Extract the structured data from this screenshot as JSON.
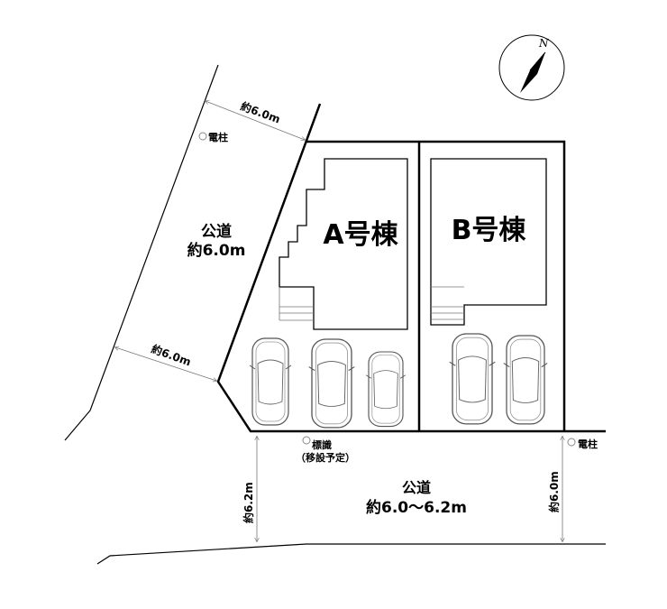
{
  "compass": {
    "north_label": "N"
  },
  "buildings": [
    {
      "label": "A号棟"
    },
    {
      "label": "B号棟"
    }
  ],
  "roads": {
    "left": {
      "name": "公道",
      "width": "約6.0m",
      "dim_top": "約6.0m",
      "dim_bottom": "約6.0m"
    },
    "bottom": {
      "name": "公道",
      "width": "約6.0〜6.2m",
      "dim_left": "約6.2m",
      "dim_right": "約6.0m"
    }
  },
  "markers": {
    "pole_left": "電柱",
    "pole_right": "電柱",
    "sign": "標識",
    "sign_note": "（移設予定）"
  }
}
